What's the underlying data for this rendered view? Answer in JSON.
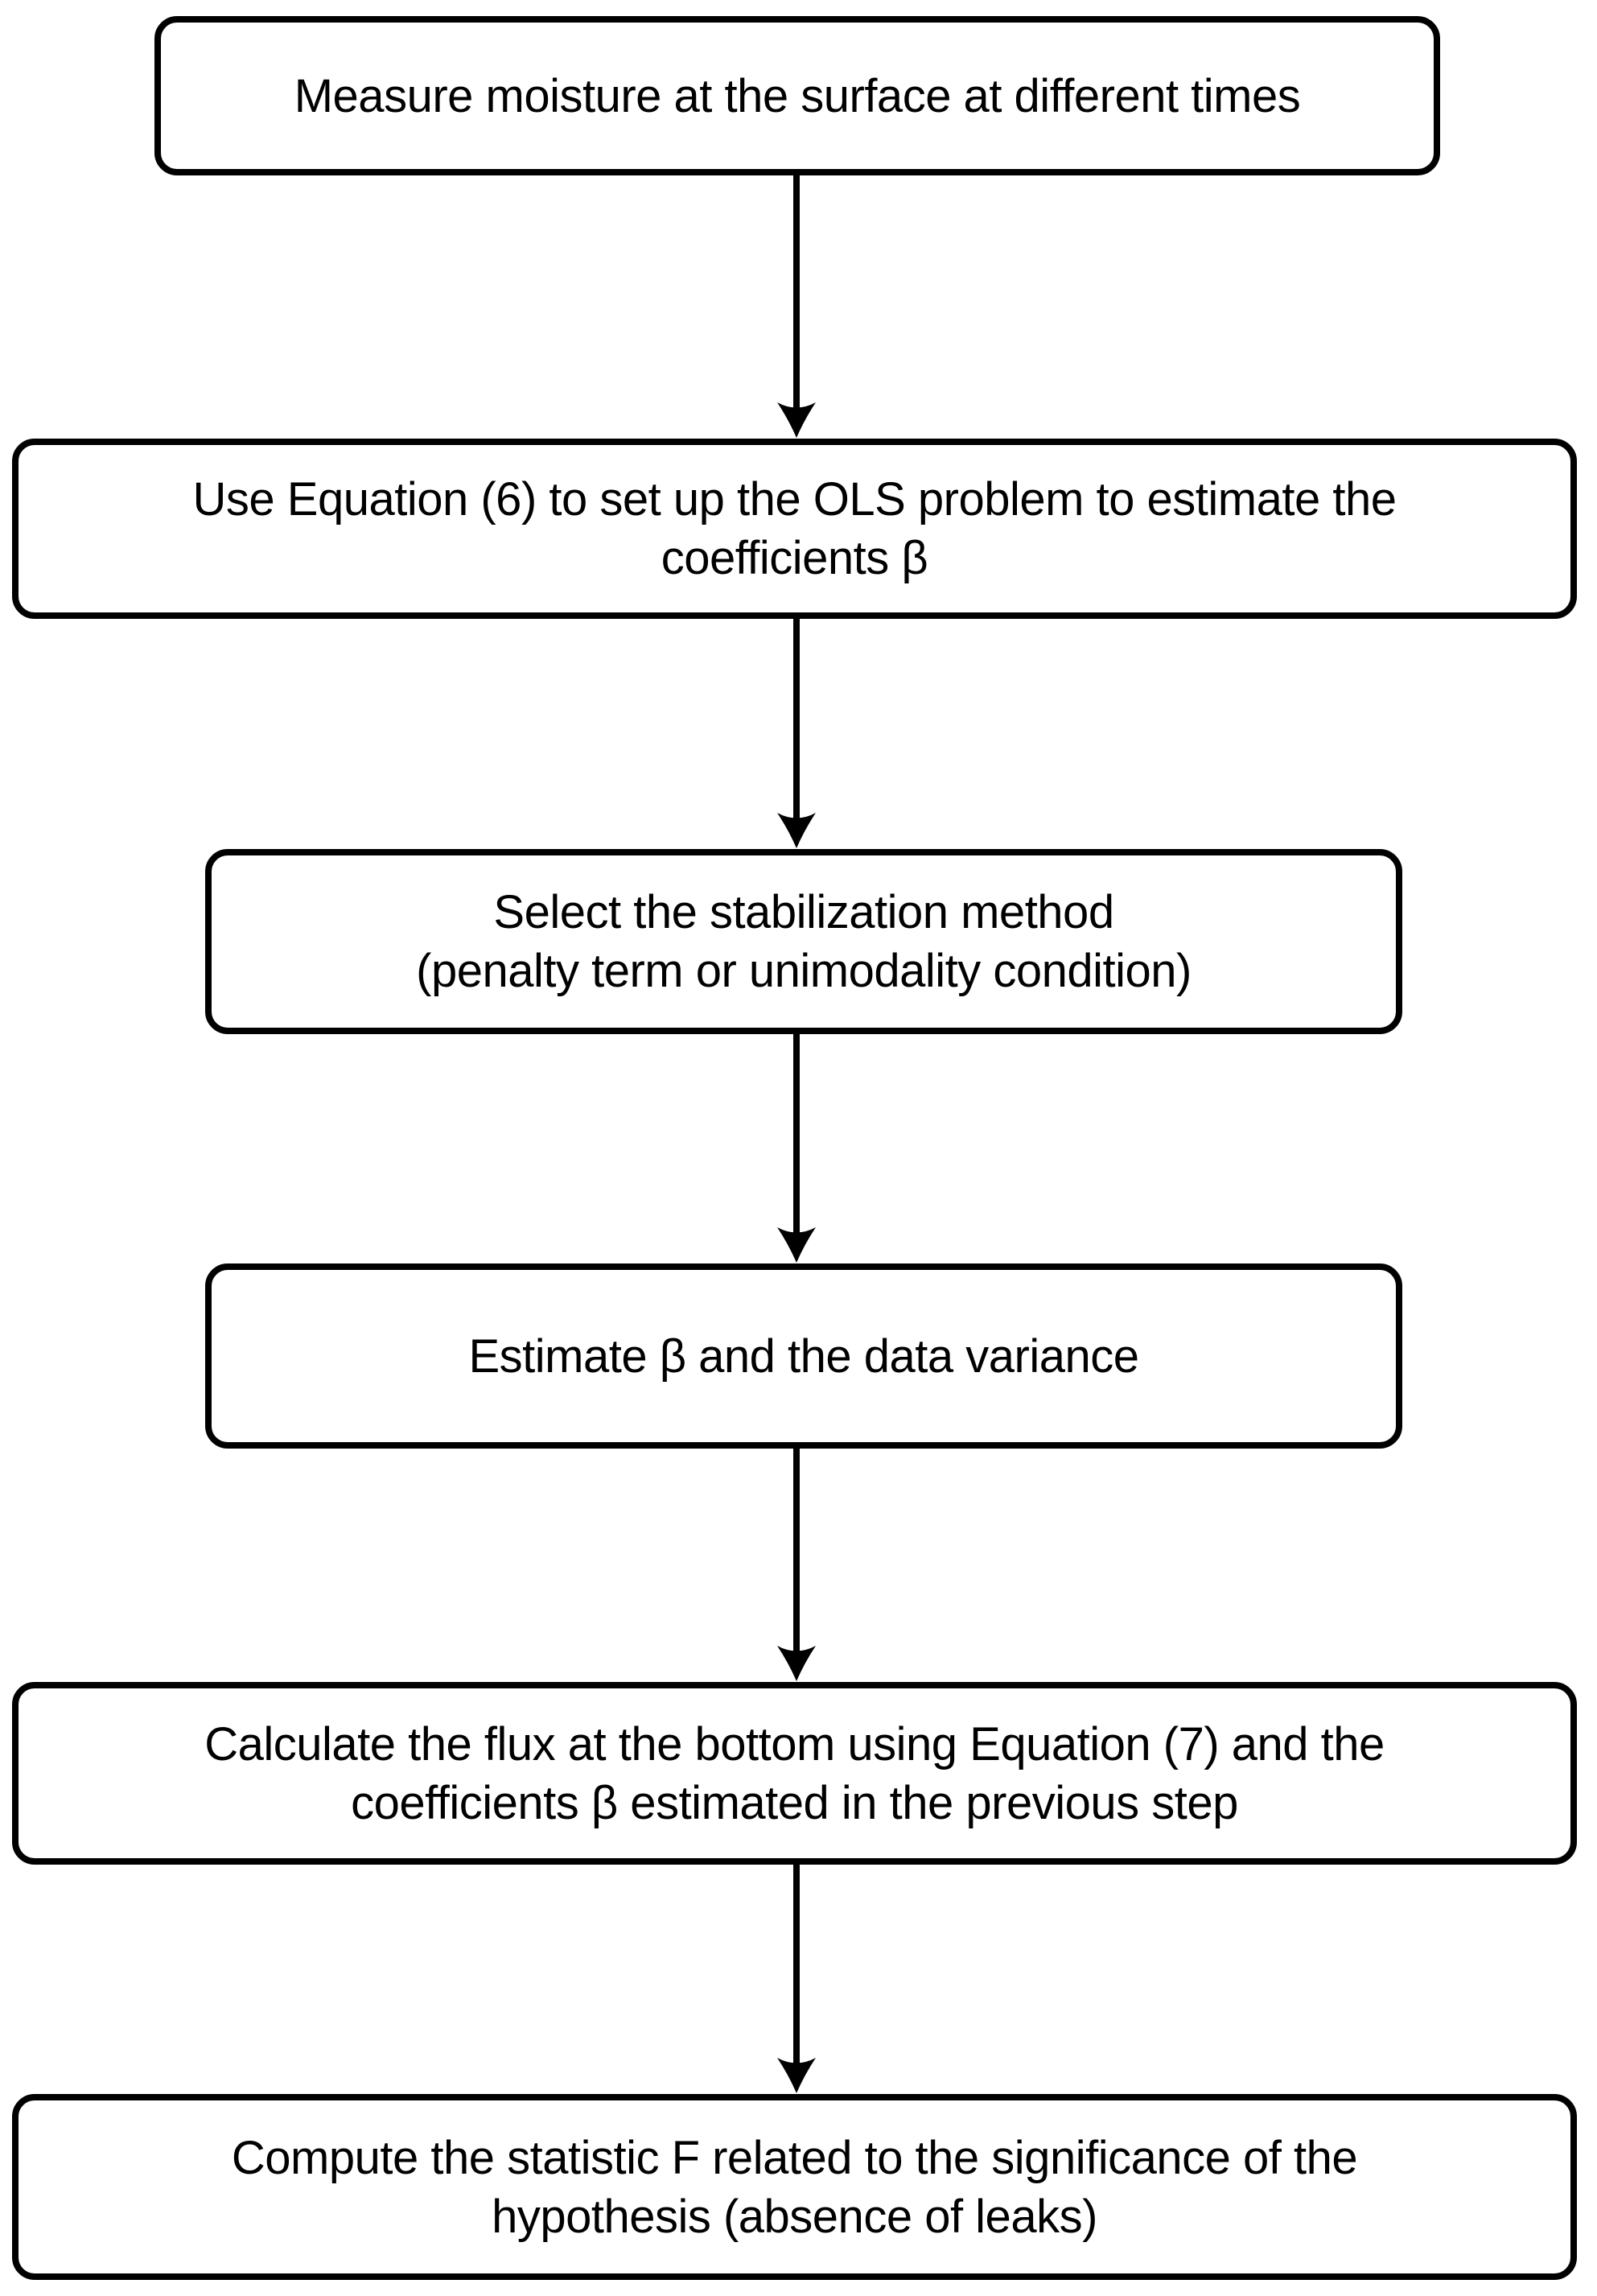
{
  "flowchart": {
    "steps": [
      {
        "label": "Measure moisture at the surface at different times"
      },
      {
        "label": "Use Equation (6) to set up the OLS problem to estimate the\ncoefficients β"
      },
      {
        "label": "Select the stabilization method\n(penalty term or unimodality condition)"
      },
      {
        "label": "Estimate β and the data variance"
      },
      {
        "label": "Calculate the flux at the bottom using Equation (7) and the\ncoefficients β estimated in the previous step"
      },
      {
        "label": "Compute the statistic F related to the significance of the\nhypothesis (absence of leaks)"
      }
    ],
    "connector": "arrow-down",
    "colors": {
      "border": "#000000",
      "background": "#ffffff",
      "text": "#000000"
    }
  }
}
